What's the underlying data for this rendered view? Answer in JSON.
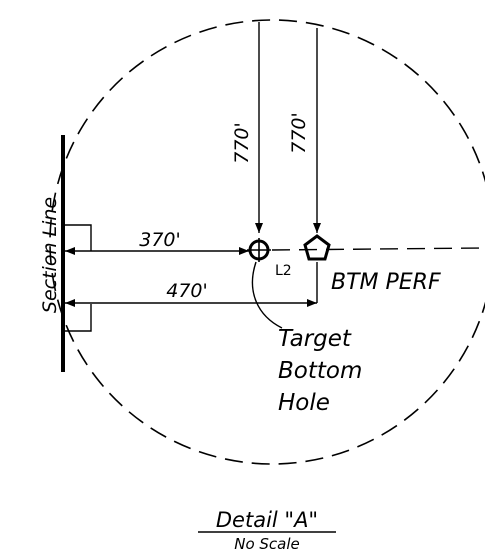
{
  "detail": {
    "title": "Detail \"A\"",
    "subtitle": "No Scale"
  },
  "labels": {
    "section_line": "Section Line",
    "dim_770_left": "770'",
    "dim_770_right": "770'",
    "dim_370": "370'",
    "dim_470": "470'",
    "l2": "L2",
    "btm_perf": "BTM PERF",
    "target_line1": "Target",
    "target_line2": "Bottom",
    "target_line3": "Hole"
  },
  "colors": {
    "ink": "#000000",
    "background": "#ffffff"
  }
}
